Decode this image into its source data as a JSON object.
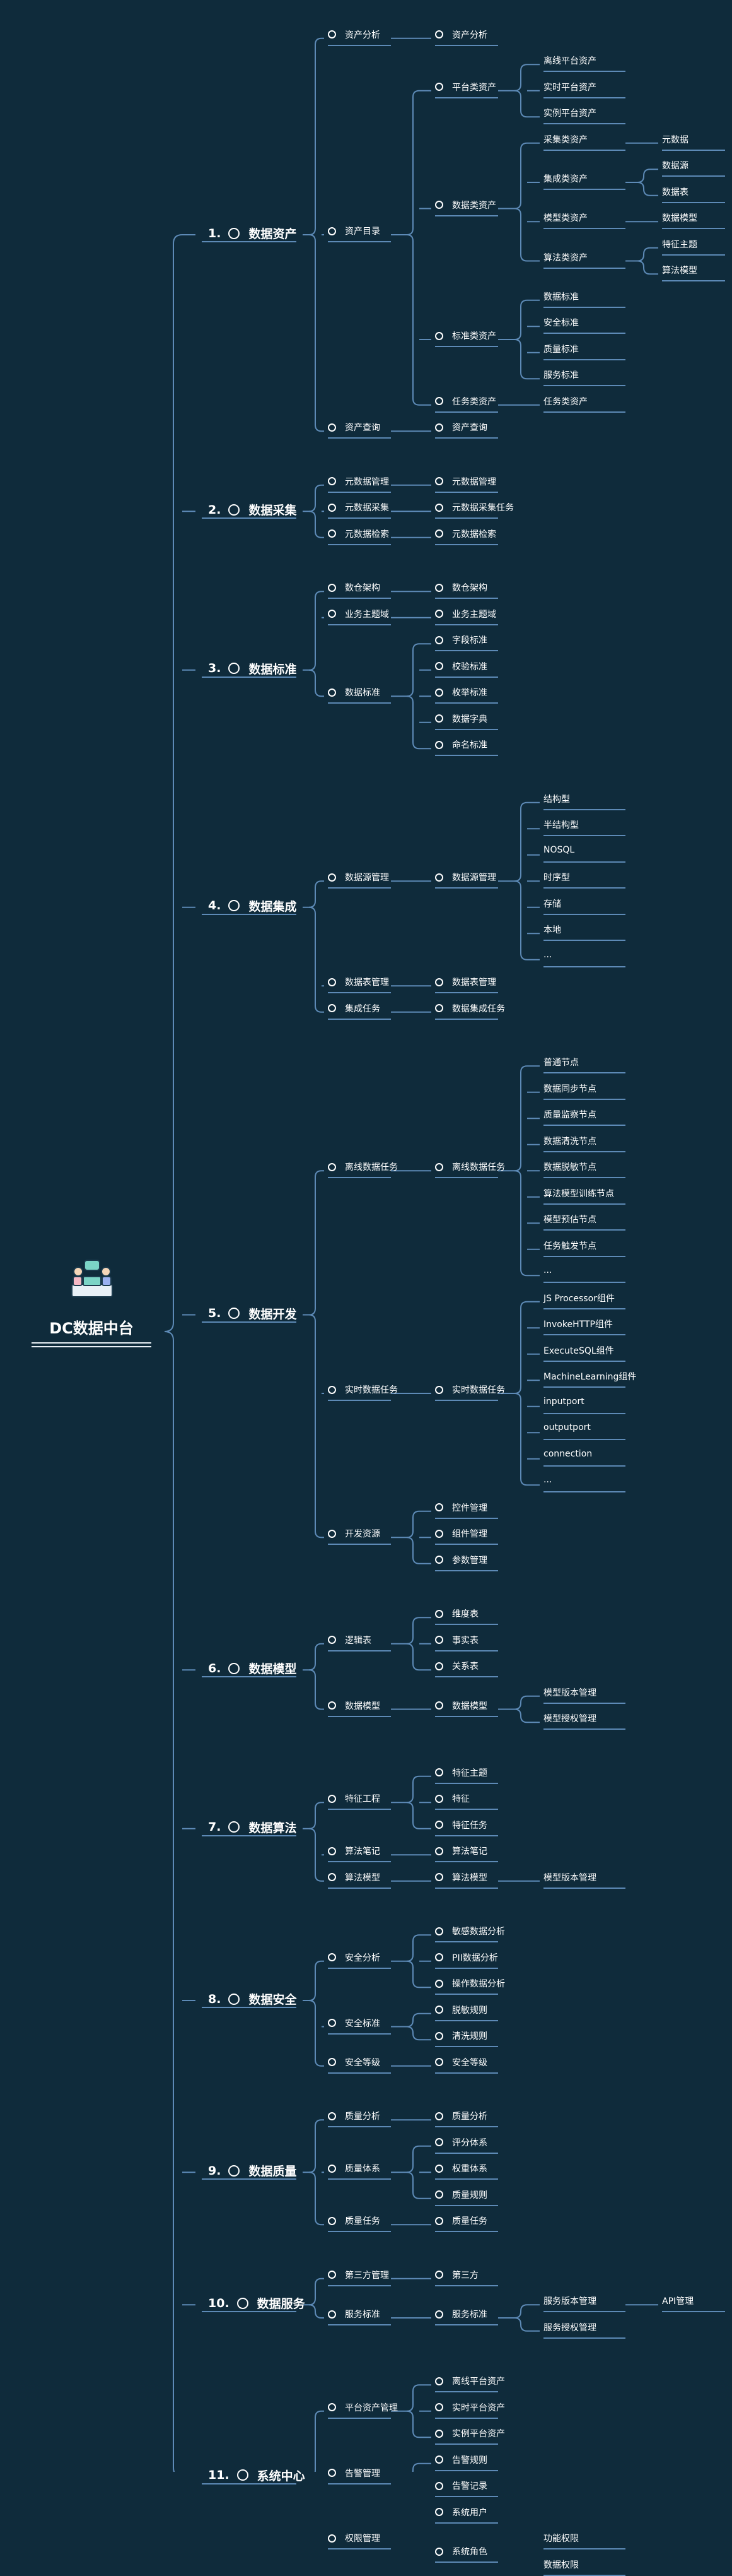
{
  "root": {
    "title": "DC数据中台",
    "icon": "data-platform-icon"
  },
  "colors": {
    "background": "#0f2b3b",
    "line": "#5d8ab6",
    "text": "#ffffff"
  },
  "sections": [
    {
      "num": "1.",
      "label": "数据资产",
      "children": [
        {
          "label": "资产分析",
          "children": [
            {
              "label": "资产分析"
            }
          ]
        },
        {
          "label": "资产目录",
          "children": [
            {
              "label": "平台类资产",
              "children": [
                {
                  "label": "离线平台资产"
                },
                {
                  "label": "实时平台资产"
                },
                {
                  "label": "实例平台资产"
                }
              ]
            },
            {
              "label": "数据类资产",
              "children": [
                {
                  "label": "采集类资产",
                  "children": [
                    {
                      "label": "元数据"
                    }
                  ]
                },
                {
                  "label": "集成类资产",
                  "children": [
                    {
                      "label": "数据源"
                    },
                    {
                      "label": "数据表"
                    }
                  ]
                },
                {
                  "label": "模型类资产",
                  "children": [
                    {
                      "label": "数据模型"
                    }
                  ]
                },
                {
                  "label": "算法类资产",
                  "children": [
                    {
                      "label": "特征主题"
                    },
                    {
                      "label": "算法模型"
                    }
                  ]
                }
              ]
            },
            {
              "label": "标准类资产",
              "children": [
                {
                  "label": "数据标准"
                },
                {
                  "label": "安全标准"
                },
                {
                  "label": "质量标准"
                },
                {
                  "label": "服务标准"
                }
              ]
            },
            {
              "label": "任务类资产",
              "children": [
                {
                  "label": "任务类资产"
                }
              ]
            }
          ]
        },
        {
          "label": "资产查询",
          "children": [
            {
              "label": "资产查询"
            }
          ]
        }
      ]
    },
    {
      "num": "2.",
      "label": "数据采集",
      "children": [
        {
          "label": "元数据管理",
          "children": [
            {
              "label": "元数据管理"
            }
          ]
        },
        {
          "label": "元数据采集",
          "children": [
            {
              "label": "元数据采集任务"
            }
          ]
        },
        {
          "label": "元数据检索",
          "children": [
            {
              "label": "元数据检索"
            }
          ]
        }
      ]
    },
    {
      "num": "3.",
      "label": "数据标准",
      "children": [
        {
          "label": "数仓架构",
          "children": [
            {
              "label": "数仓架构"
            }
          ]
        },
        {
          "label": "业务主题域",
          "children": [
            {
              "label": "业务主题域"
            }
          ]
        },
        {
          "label": "数据标准",
          "children": [
            {
              "label": "字段标准"
            },
            {
              "label": "校验标准"
            },
            {
              "label": "枚举标准"
            },
            {
              "label": "数据字典"
            },
            {
              "label": "命名标准"
            }
          ]
        }
      ]
    },
    {
      "num": "4.",
      "label": "数据集成",
      "children": [
        {
          "label": "数据源管理",
          "children": [
            {
              "label": "数据源管理",
              "children": [
                {
                  "label": "结构型"
                },
                {
                  "label": "半结构型"
                },
                {
                  "label": "NOSQL"
                },
                {
                  "label": "时序型"
                },
                {
                  "label": "存储"
                },
                {
                  "label": "本地"
                },
                {
                  "label": "..."
                }
              ]
            }
          ]
        },
        {
          "label": "数据表管理",
          "children": [
            {
              "label": "数据表管理"
            }
          ]
        },
        {
          "label": "集成任务",
          "children": [
            {
              "label": "数据集成任务"
            }
          ]
        }
      ]
    },
    {
      "num": "5.",
      "label": "数据开发",
      "children": [
        {
          "label": "离线数据任务",
          "children": [
            {
              "label": "离线数据任务",
              "children": [
                {
                  "label": "普通节点"
                },
                {
                  "label": "数据同步节点"
                },
                {
                  "label": "质量监察节点"
                },
                {
                  "label": "数据清洗节点"
                },
                {
                  "label": "数据脱敏节点"
                },
                {
                  "label": "算法模型训练节点"
                },
                {
                  "label": "模型预估节点"
                },
                {
                  "label": "任务触发节点"
                },
                {
                  "label": "..."
                }
              ]
            }
          ]
        },
        {
          "label": "实时数据任务",
          "children": [
            {
              "label": "实时数据任务",
              "children": [
                {
                  "label": "JS Processor组件"
                },
                {
                  "label": "InvokeHTTP组件"
                },
                {
                  "label": "ExecuteSQL组件"
                },
                {
                  "label": "MachineLearning组件"
                },
                {
                  "label": "inputport"
                },
                {
                  "label": "outputport"
                },
                {
                  "label": "connection"
                },
                {
                  "label": "..."
                }
              ]
            }
          ]
        },
        {
          "label": "开发资源",
          "children": [
            {
              "label": "控件管理"
            },
            {
              "label": "组件管理"
            },
            {
              "label": "参数管理"
            }
          ]
        }
      ]
    },
    {
      "num": "6.",
      "label": "数据模型",
      "children": [
        {
          "label": "逻辑表",
          "children": [
            {
              "label": "维度表"
            },
            {
              "label": "事实表"
            },
            {
              "label": "关系表"
            }
          ]
        },
        {
          "label": "数据模型",
          "children": [
            {
              "label": "数据模型",
              "children": [
                {
                  "label": "模型版本管理"
                },
                {
                  "label": "模型授权管理"
                }
              ]
            }
          ]
        }
      ]
    },
    {
      "num": "7.",
      "label": "数据算法",
      "children": [
        {
          "label": "特征工程",
          "children": [
            {
              "label": "特征主题"
            },
            {
              "label": "特征"
            },
            {
              "label": "特征任务"
            }
          ]
        },
        {
          "label": "算法笔记",
          "children": [
            {
              "label": "算法笔记"
            }
          ]
        },
        {
          "label": "算法模型",
          "children": [
            {
              "label": "算法模型",
              "children": [
                {
                  "label": "模型版本管理"
                }
              ]
            }
          ]
        }
      ]
    },
    {
      "num": "8.",
      "label": "数据安全",
      "children": [
        {
          "label": "安全分析",
          "children": [
            {
              "label": "敏感数据分析"
            },
            {
              "label": "PII数据分析"
            },
            {
              "label": "操作数据分析"
            }
          ]
        },
        {
          "label": "安全标准",
          "children": [
            {
              "label": "脱敏规则"
            },
            {
              "label": "清洗规则"
            }
          ]
        },
        {
          "label": "安全等级",
          "children": [
            {
              "label": "安全等级"
            }
          ]
        }
      ]
    },
    {
      "num": "9.",
      "label": "数据质量",
      "children": [
        {
          "label": "质量分析",
          "children": [
            {
              "label": "质量分析"
            }
          ]
        },
        {
          "label": "质量体系",
          "children": [
            {
              "label": "评分体系"
            },
            {
              "label": "权重体系"
            },
            {
              "label": "质量规则"
            }
          ]
        },
        {
          "label": "质量任务",
          "children": [
            {
              "label": "质量任务"
            }
          ]
        }
      ]
    },
    {
      "num": "10.",
      "label": "数据服务",
      "children": [
        {
          "label": "第三方管理",
          "children": [
            {
              "label": "第三方"
            }
          ]
        },
        {
          "label": "服务标准",
          "children": [
            {
              "label": "服务标准",
              "children": [
                {
                  "label": "服务版本管理",
                  "children": [
                    {
                      "label": "API管理"
                    }
                  ]
                },
                {
                  "label": "服务授权管理"
                }
              ]
            }
          ]
        }
      ]
    },
    {
      "num": "11.",
      "label": "系统中心",
      "children": [
        {
          "label": "平台资产管理",
          "children": [
            {
              "label": "离线平台资产"
            },
            {
              "label": "实时平台资产"
            },
            {
              "label": "实例平台资产"
            }
          ]
        },
        {
          "label": "告警管理",
          "children": [
            {
              "label": "告警规则"
            },
            {
              "label": "告警记录"
            }
          ]
        },
        {
          "label": "权限管理",
          "children": [
            {
              "label": "系统用户"
            },
            {
              "label": "系统角色",
              "children": [
                {
                  "label": "功能权限"
                },
                {
                  "label": "数据权限"
                }
              ]
            }
          ]
        }
      ]
    }
  ]
}
